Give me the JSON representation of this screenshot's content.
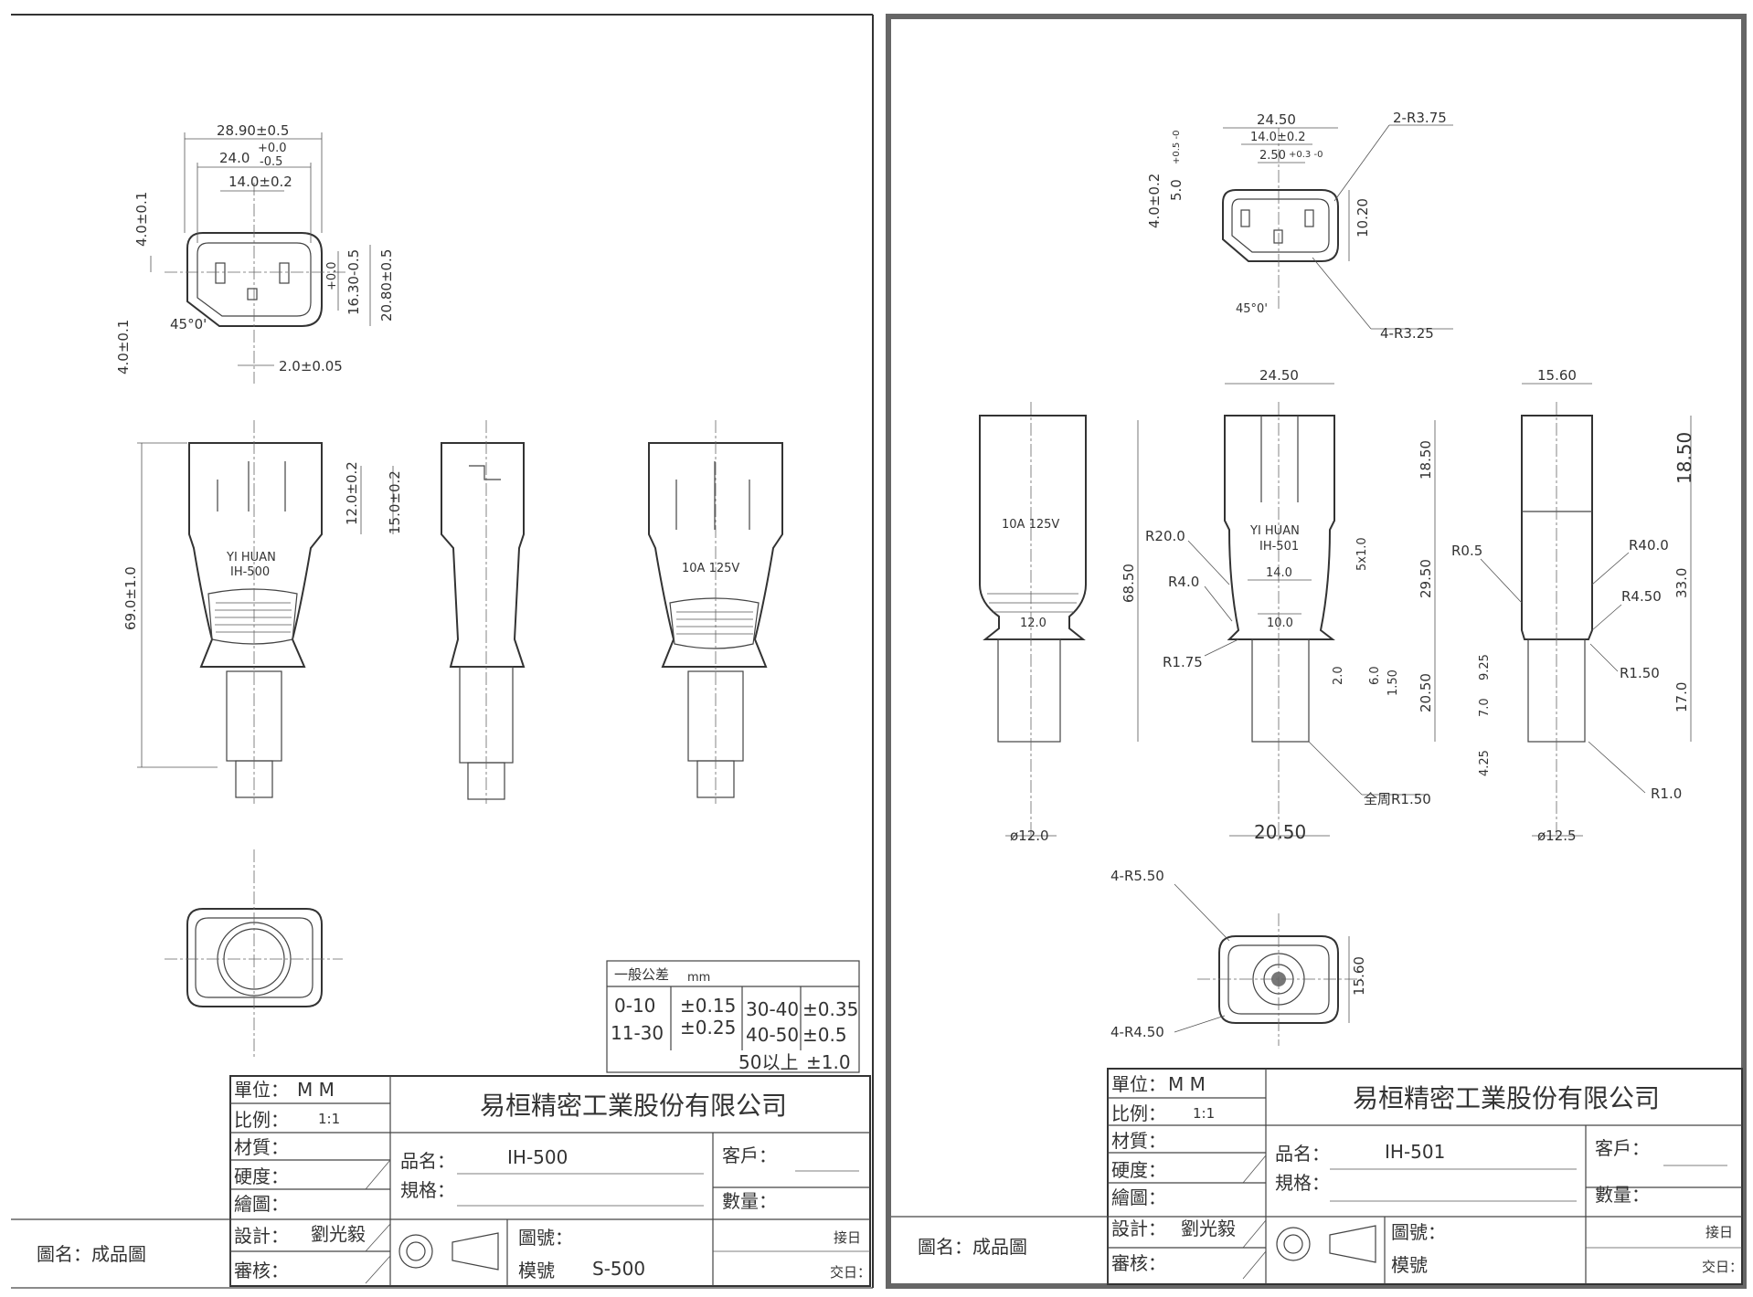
{
  "left_sheet": {
    "dims": {
      "w_total": "28.90±0.5",
      "w_inner": "24.0",
      "w_inner_tol_plus": "+0.0",
      "w_inner_tol_minus": "-0.5",
      "w_pins": "14.0±0.2",
      "pin_off_top": "4.0±0.1",
      "pin_off_bot": "4.0±0.1",
      "chamfer": "45°0'",
      "h_inner": "16.30-0.5",
      "h_inner_tol": "+0.0",
      "h_total": "20.80±0.5",
      "pin_w": "2.0±0.05",
      "len_total": "69.0±1.0",
      "pin_h1": "12.0±0.2",
      "pin_h2": "15.0±0.2"
    },
    "marking_brand": "YI  HUAN",
    "marking_model": "IH-500",
    "rating": "10A  125V",
    "tolerance": {
      "title": "一般公差",
      "unit": "mm",
      "rows": [
        {
          "range": "0-10",
          "tol": "±0.15"
        },
        {
          "range": "11-30",
          "tol": "±0.25"
        }
      ],
      "rows2": [
        {
          "range": "30-40",
          "tol": "±0.35"
        },
        {
          "range": "40-50",
          "tol": "±0.5"
        }
      ],
      "over": "50以上",
      "over_tol": "±1.0"
    },
    "title_block": {
      "unit_label": "單位：",
      "unit_value": "M    M",
      "scale_label": "比例：",
      "scale_value": "1:1",
      "material_label": "材質：",
      "hardness_label": "硬度：",
      "drawn_label": "繪圖：",
      "design_label": "設計：",
      "designer": "劉光毅",
      "review_label": "審核：",
      "company": "易桓精密工業股份有限公司",
      "product_label": "品名：",
      "product": "IH-500",
      "spec_label": "規格：",
      "customer_label": "客戶：",
      "qty_label": "數量：",
      "drawing_no_label": "圖號：",
      "mold_label": "模號",
      "mold_value": "S-500",
      "receive_label": "接日",
      "deliver_label": "交日：",
      "drawing_name": "圖名：成品圖"
    }
  },
  "right_sheet": {
    "dims": {
      "w_total": "24.50",
      "w_pins": "14.0±0.2",
      "pin_gap": "2.50",
      "pin_gap_tol": "+0.3 -0",
      "corner_r": "2-R3.75",
      "pin_off": "4.0±0.2",
      "pin_len": "5.0",
      "pin_len_tol": "+0.5 -0",
      "h_total": "10.20",
      "chamfer": "45°0'",
      "corner_r2": "4-R3.25",
      "body_w": "24.50",
      "side_w": "15.60",
      "len_total": "68.50",
      "top_h": "18.50",
      "mid_h": "29.50",
      "bot_h": "20.50",
      "side_top": "18.50",
      "side_mid": "33.0",
      "side_bot": "17.0",
      "r20": "R20.0",
      "r4": "R4.0",
      "r175": "R1.75",
      "slot": "5x1.0",
      "w14": "14.0",
      "w10": "10.0",
      "w12": "12.0",
      "d2": "2.0",
      "d6": "6.0",
      "d150": "1.50",
      "r05": "R0.5",
      "r40": "R40.0",
      "r450": "R4.50",
      "r150": "R1.50",
      "r10": "R1.0",
      "d925": "9.25",
      "d70": "7.0",
      "d425": "4.25",
      "all_r": "全周R1.50",
      "dia12": "ø12.0",
      "dia125": "ø12.5",
      "w2050": "20.50",
      "r550": "4-R5.50",
      "r450b": "4-R4.50",
      "h1560": "15.60"
    },
    "marking_brand": "YI  HUAN",
    "marking_model": "IH-501",
    "rating": "10A  125V",
    "title_block": {
      "unit_label": "單位：",
      "unit_value": "M    M",
      "scale_label": "比例：",
      "scale_value": "1:1",
      "material_label": "材質：",
      "hardness_label": "硬度：",
      "drawn_label": "繪圖：",
      "design_label": "設計：",
      "designer": "劉光毅",
      "review_label": "審核：",
      "company": "易桓精密工業股份有限公司",
      "product_label": "品名：",
      "product": "IH-501",
      "spec_label": "規格：",
      "customer_label": "客戶：",
      "qty_label": "數量：",
      "drawing_no_label": "圖號：",
      "mold_label": "模號",
      "receive_label": "接日",
      "deliver_label": "交日：",
      "drawing_name": "圖名：成品圖"
    }
  }
}
